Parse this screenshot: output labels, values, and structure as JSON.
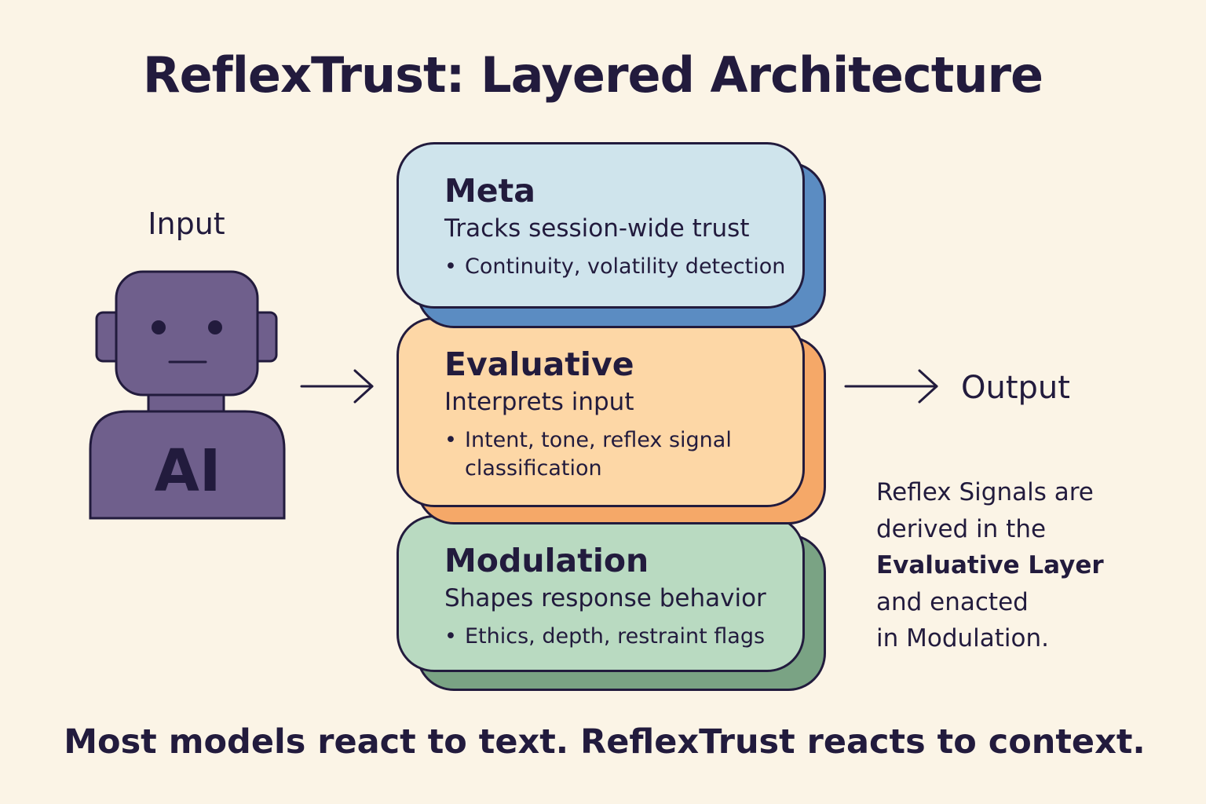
{
  "title": "ReflexTrust: Layered Architecture",
  "input_label": "Input",
  "output_label": "Output",
  "robot_label": "AI",
  "layers": [
    {
      "name": "Meta",
      "description": "Tracks session-wide trust",
      "bullet": "Continuity, volatility detection",
      "fill": "#cfe4ec",
      "shadow": "#5b8cc2"
    },
    {
      "name": "Evaluative",
      "description": "Interprets input",
      "bullet": "Intent, tone, reflex signal classification",
      "fill": "#fdd7a6",
      "shadow": "#f5a868"
    },
    {
      "name": "Modulation",
      "description": "Shapes response behavior",
      "bullet": "Ethics, depth, restraint flags",
      "fill": "#b9dac1",
      "shadow": "#7aa384"
    }
  ],
  "note": {
    "line1": "Reflex Signals are",
    "line2": "derived in the",
    "line3_bold": "Evaluative Layer",
    "line4": "and enacted",
    "line5": "in Modulation."
  },
  "tagline": "Most models react to text. ReflexTrust reacts to context.",
  "colors": {
    "background": "#fbf4e6",
    "ink": "#221b3d",
    "robot": "#6f5f8c"
  },
  "icons": [
    "robot-icon",
    "arrow-right-icon"
  ]
}
